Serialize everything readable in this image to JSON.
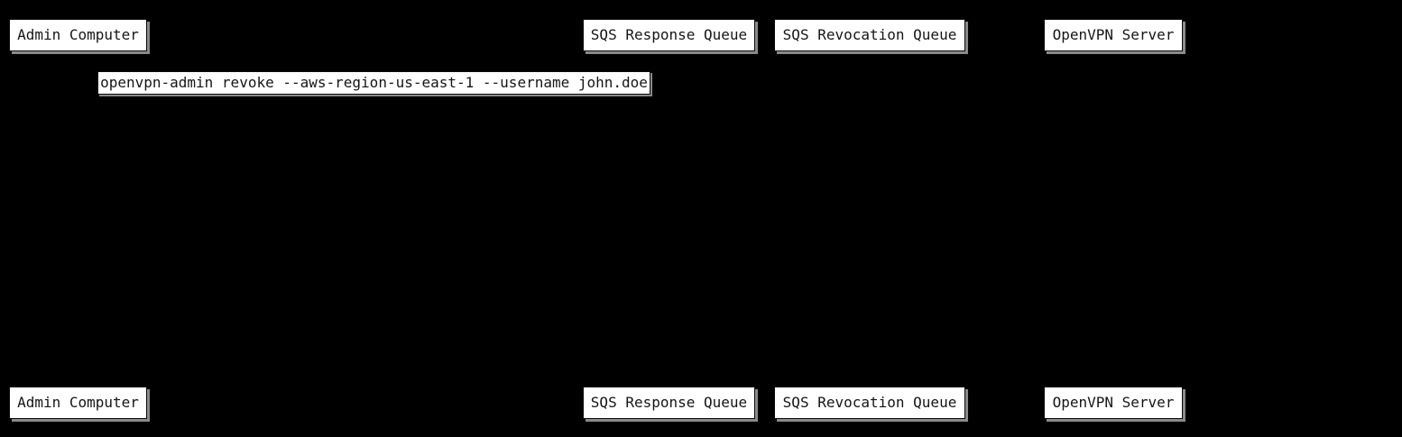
{
  "diagram": {
    "type": "sequence-diagram",
    "participants": [
      {
        "id": "admin-computer",
        "label": "Admin Computer"
      },
      {
        "id": "sqs-response-queue",
        "label": "SQS Response Queue"
      },
      {
        "id": "sqs-revocation-queue",
        "label": "SQS Revocation Queue"
      },
      {
        "id": "openvpn-server",
        "label": "OpenVPN Server"
      }
    ],
    "messages": [
      {
        "label": "openvpn-admin revoke --aws-region-us-east-1 --username john.doe"
      }
    ],
    "colors": {
      "background": "#000000",
      "box_fill": "#ffffff",
      "box_text": "#161616",
      "box_shadow": "#8a8a8a"
    }
  }
}
